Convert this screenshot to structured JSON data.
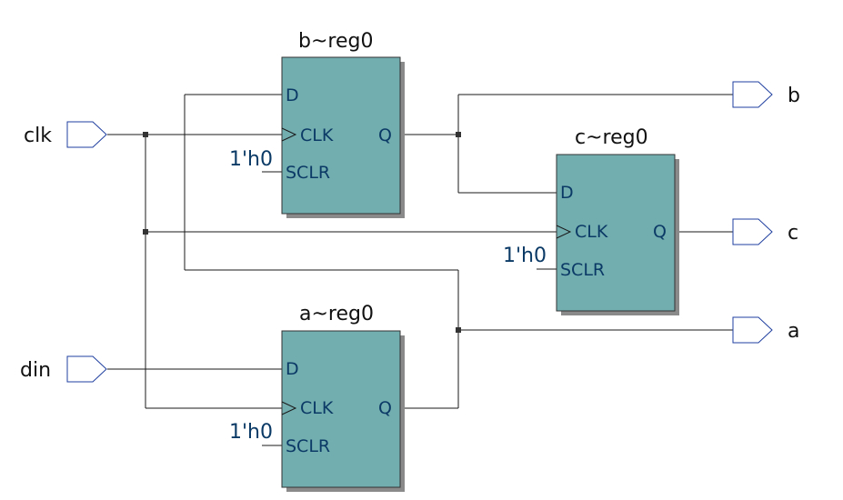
{
  "inputs": [
    {
      "id": "clk",
      "label": "clk"
    },
    {
      "id": "din",
      "label": "din"
    }
  ],
  "outputs": [
    {
      "id": "b",
      "label": "b"
    },
    {
      "id": "c",
      "label": "c"
    },
    {
      "id": "a",
      "label": "a"
    }
  ],
  "registers": [
    {
      "id": "b",
      "title": "b~reg0",
      "pins": {
        "d": "D",
        "clk": "CLK",
        "sclr": "SCLR",
        "q": "Q"
      },
      "sclr_const": "1'h0"
    },
    {
      "id": "c",
      "title": "c~reg0",
      "pins": {
        "d": "D",
        "clk": "CLK",
        "sclr": "SCLR",
        "q": "Q"
      },
      "sclr_const": "1'h0"
    },
    {
      "id": "a",
      "title": "a~reg0",
      "pins": {
        "d": "D",
        "clk": "CLK",
        "sclr": "SCLR",
        "q": "Q"
      },
      "sclr_const": "1'h0"
    }
  ],
  "colors": {
    "register_fill": "#72adaf",
    "port_outline": "#1f3f9f",
    "pin_text": "#0b3a66",
    "wire": "#1a1a1a"
  }
}
